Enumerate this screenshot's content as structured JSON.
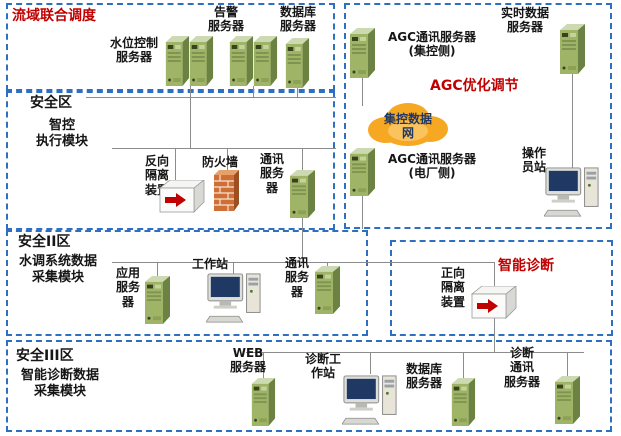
{
  "title": "流域联合调度",
  "agc_title": "AGC优化调节",
  "diag_title": "智能诊断",
  "zone1": {
    "name": "安全区",
    "module": "智控\n执行模块"
  },
  "zone2": {
    "name": "安全II区",
    "module": "水调系统数据\n采集模块"
  },
  "zone3": {
    "name": "安全III区",
    "module": "智能诊断数据\n采集模块"
  },
  "nodes": {
    "water": "水位控制\n服务器",
    "alarm": "告警\n服务器",
    "db_top": "数据库\n服务器",
    "agc_central": "AGC通讯服务器\n(集控侧)",
    "realtime": "实时数据\n服务器",
    "cloud": "集控数据\n网",
    "agc_plant": "AGC通讯服务器\n(电厂侧)",
    "operator": "操作\n员站",
    "reverse_iso": "反向\n隔离\n装置",
    "firewall": "防火墙",
    "comm1": "通讯\n服务\n器",
    "app": "应用\n服务\n器",
    "workstation": "工作站",
    "comm2": "通讯\n服务\n器",
    "forward_iso": "正向\n隔离\n装置",
    "web": "WEB\n服务器",
    "diag_ws": "诊断工\n作站",
    "db_bottom": "数据库\n服务器",
    "diag_comm": "诊断\n通讯\n服务器"
  },
  "icons": {
    "server": "green-tower-server",
    "computer": "monitor-and-tower-workstation",
    "firewall": "orange-brick-wall",
    "isolation": "white-box-red-arrow-isolation-device",
    "cloud": "orange-network-cloud"
  },
  "colors": {
    "accent_red": "#c00000",
    "zone_border_blue": "#2f6fc1",
    "server_green": "#a0b468",
    "cloud_orange": "#f7a823",
    "connector_gray": "#8c8c8c",
    "screen_navy": "#1f3864"
  }
}
